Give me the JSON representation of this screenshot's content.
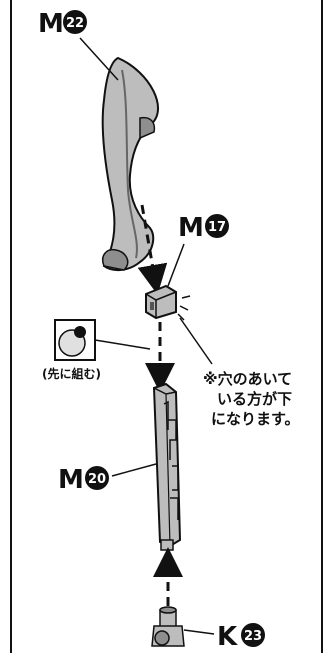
{
  "parts": {
    "m22": {
      "letter": "M",
      "number": "22"
    },
    "m17": {
      "letter": "M",
      "number": "17"
    },
    "m20": {
      "letter": "M",
      "number": "20"
    },
    "k23": {
      "letter": "K",
      "number": "23"
    }
  },
  "detail_caption": "(先に組む)",
  "note": {
    "lines": [
      "※穴のあいて",
      "いる方が下",
      "になります。"
    ]
  },
  "colors": {
    "ink": "#111111",
    "part_fill": "#bdbdbd",
    "part_shade": "#8e8e8e",
    "frame": "#111111",
    "background": "#ffffff"
  }
}
